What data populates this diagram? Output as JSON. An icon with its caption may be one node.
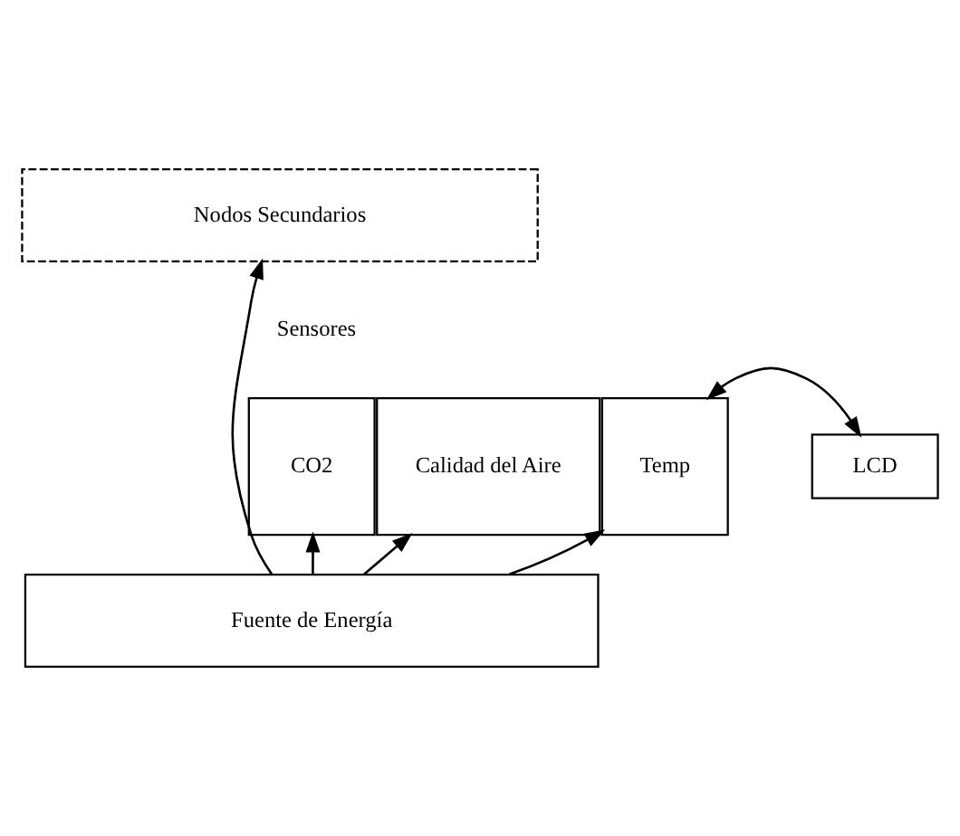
{
  "diagram": {
    "nodes": [
      {
        "text": [
          "Nodos Secundarios"
        ]
      },
      {
        "text": [
          "CO2"
        ]
      },
      {
        "text": [
          "Calidad del Aire"
        ]
      },
      {
        "text": [
          "Temp"
        ]
      },
      {
        "text": [
          "LCD"
        ]
      },
      {
        "text": [
          "Fuente de Energía"
        ]
      }
    ],
    "edges": [
      {
        "from": 5,
        "to": 0,
        "arrow": "to"
      },
      {
        "from": 5,
        "to": 1,
        "arrow": "to"
      },
      {
        "from": 5,
        "to": 2,
        "arrow": "to"
      },
      {
        "from": 5,
        "to": 3,
        "arrow": "to"
      },
      {
        "from": 3,
        "to": 4,
        "arrow": "both"
      }
    ],
    "labels": [
      "Sensores"
    ]
  }
}
